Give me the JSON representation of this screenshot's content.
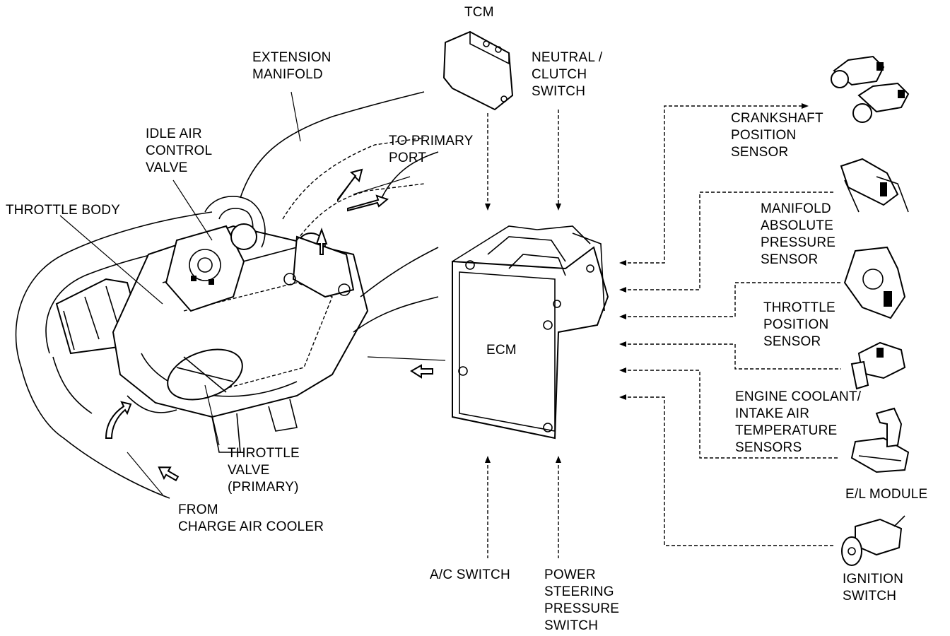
{
  "labels": {
    "tcm": "TCM",
    "neutral_clutch": "NEUTRAL /\nCLUTCH\nSWITCH",
    "extension_manifold": "EXTENSION\nMANIFOLD",
    "idle_air_control": "IDLE AIR\nCONTROL\nVALVE",
    "to_primary_port": "TO PRIMARY\nPORT",
    "throttle_body": "THROTTLE BODY",
    "crankshaft": "CRANKSHAFT\nPOSITION\nSENSOR",
    "map_sensor": "MANIFOLD\nABSOLUTE\nPRESSURE\nSENSOR",
    "tps": "THROTTLE\nPOSITION\nSENSOR",
    "ect_iat": "ENGINE COOLANT/\nINTAKE AIR\nTEMPERATURE\nSENSORS",
    "el_module": "E/L MODULE",
    "ignition": "IGNITION\nSWITCH",
    "ecm": "ECM",
    "throttle_valve": "THROTTLE\nVALVE\n(PRIMARY)",
    "from_cac": "FROM\nCHARGE AIR COOLER",
    "ac_switch": "A/C SWITCH",
    "power_steering": "POWER\nSTEERING\nPRESSURE\nSWITCH"
  }
}
